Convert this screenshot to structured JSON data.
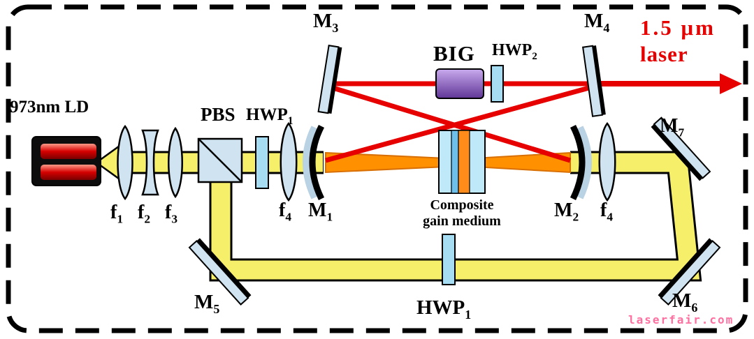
{
  "colors": {
    "pump_beam": "#f6ef6a",
    "gain_beam": "#ff9100",
    "gain_beam_edge": "#d96f00",
    "laser_beam": "#e60000",
    "optic_fill": "#cfe3f0",
    "optic_backing": "#b9d2e4",
    "waveplate_fill": "#a6ddf3",
    "crystal_fill": "#bfe9f8",
    "crystal_stripe_blue": "#6cc0ea",
    "crystal_stripe_orange": "#ff8c1a",
    "laser_label_color": "#e60000",
    "watermark_color": "#ff6fa0"
  },
  "labels": {
    "ld": "973nm LD",
    "pbs": "PBS",
    "hwp1_top": {
      "base": "HWP",
      "sub": "1"
    },
    "f1": {
      "base": "f",
      "sub": "1"
    },
    "f2": {
      "base": "f",
      "sub": "2"
    },
    "f3": {
      "base": "f",
      "sub": "3"
    },
    "f4_left": {
      "base": "f",
      "sub": "4"
    },
    "f4_right": {
      "base": "f",
      "sub": "4"
    },
    "m1": {
      "base": "M",
      "sub": "1"
    },
    "m2": {
      "base": "M",
      "sub": "2"
    },
    "m3": {
      "base": "M",
      "sub": "3"
    },
    "m4": {
      "base": "M",
      "sub": "4"
    },
    "m5": {
      "base": "M",
      "sub": "5"
    },
    "m6": {
      "base": "M",
      "sub": "6"
    },
    "m7": {
      "base": "M",
      "sub": "7"
    },
    "big": "BIG",
    "hwp2": {
      "base": "HWP",
      "sub": "2"
    },
    "hwp1_bottom": {
      "base": "HWP",
      "sub": "1"
    },
    "gain_medium_line1": "Composite",
    "gain_medium_line2": "gain medium",
    "output_line1": "1.5 μm",
    "output_line2": "laser",
    "watermark": "laserfair.com"
  }
}
